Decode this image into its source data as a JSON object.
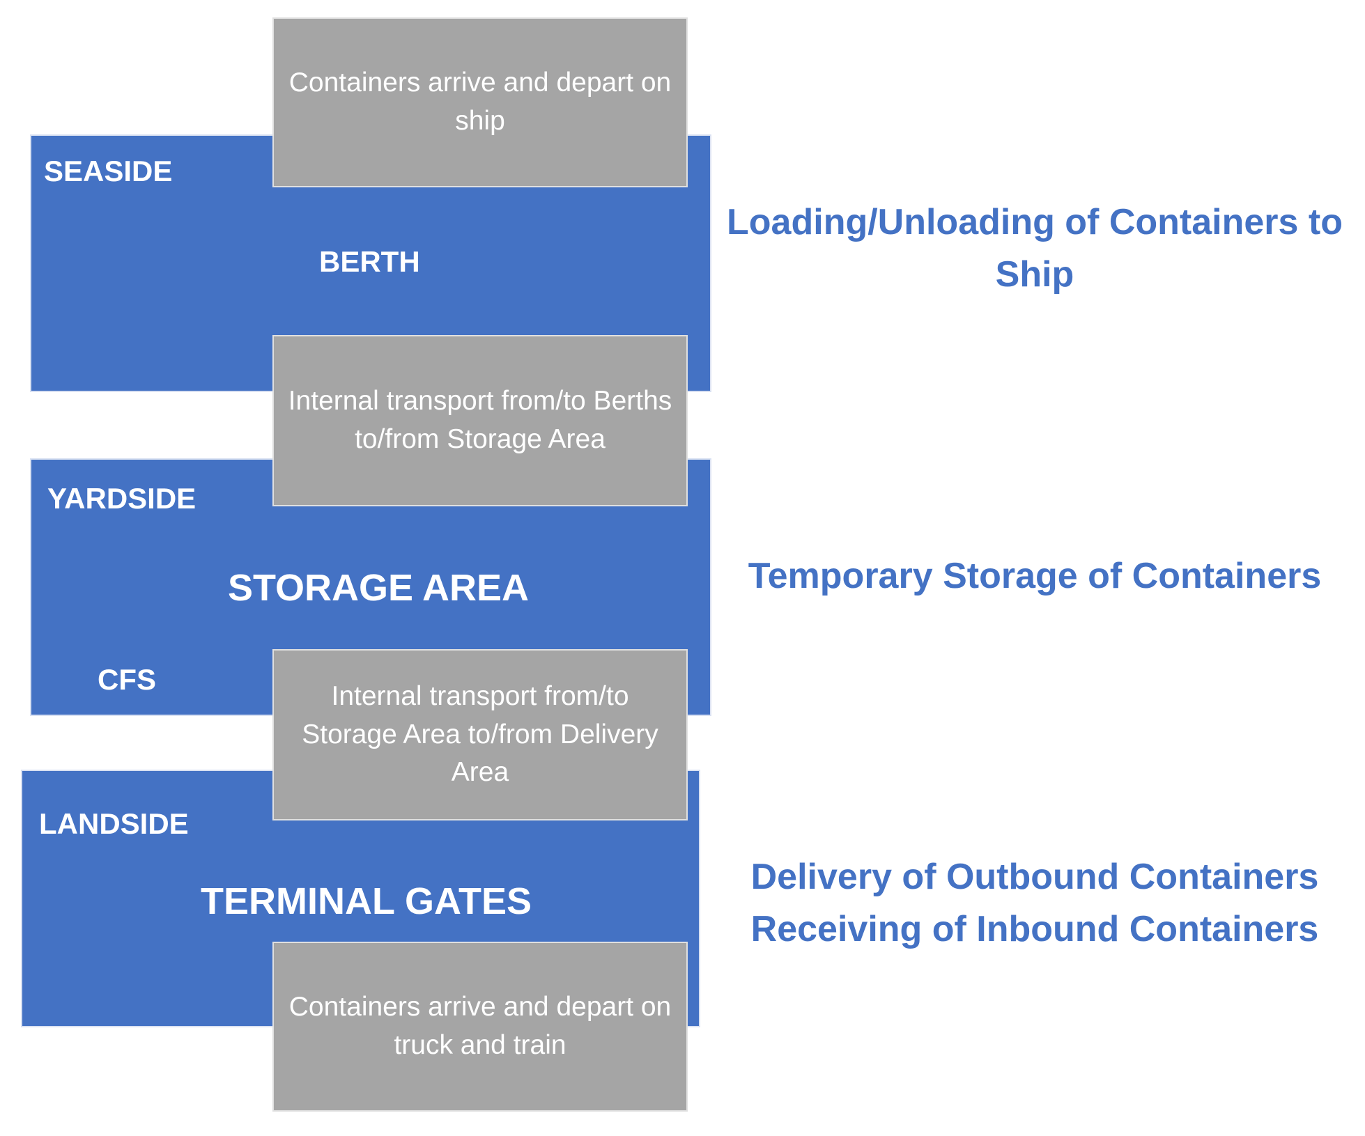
{
  "zones": {
    "seaside": {
      "side_label": "SEASIDE",
      "main_label": "BERTH",
      "function": "Loading/Unloading of Containers to Ship"
    },
    "yardside": {
      "side_label": "YARDSIDE",
      "main_label": "STORAGE AREA",
      "sub_label": "CFS",
      "function": "Temporary Storage of Containers"
    },
    "landside": {
      "side_label": "LANDSIDE",
      "main_label": "TERMINAL GATES",
      "function_line1": "Delivery of Outbound Containers",
      "function_line2": "Receiving of Inbound Containers"
    }
  },
  "flows": {
    "ship": "Containers arrive and depart on ship",
    "berth_storage": "Internal transport from/to Berths to/from Storage Area",
    "storage_delivery": "Internal transport from/to Storage Area to/from Delivery Area",
    "truck_train": "Containers arrive and depart on truck and train"
  },
  "colors": {
    "zone_fill": "#4472c4",
    "flow_fill": "#a5a5a5",
    "function_text": "#4472c4"
  }
}
